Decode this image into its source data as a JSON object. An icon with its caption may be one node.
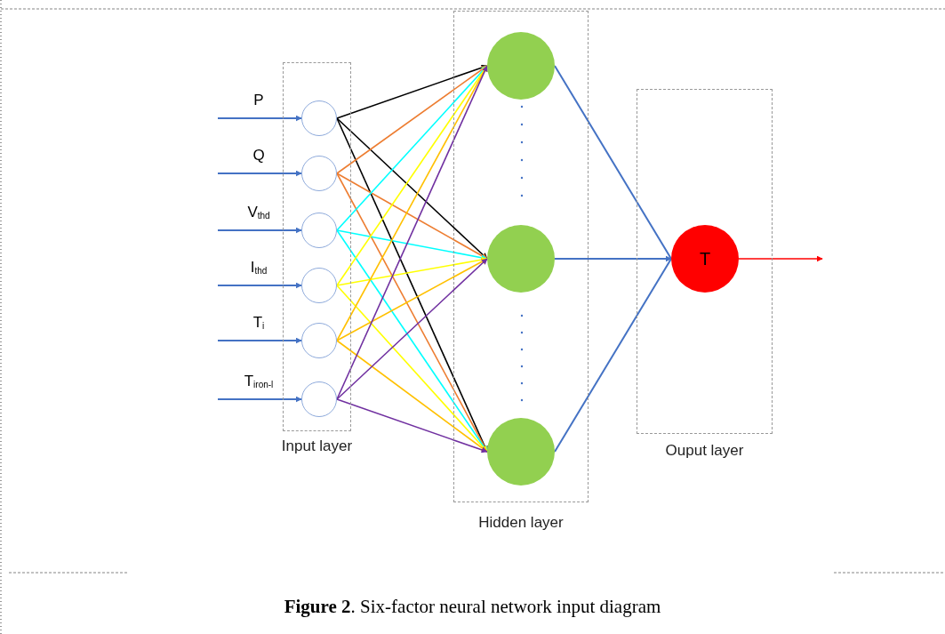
{
  "diagram": {
    "caption": "**Figure 2**. Six-factor neural network input diagram",
    "nodes": [
      {
        "text": [
          "Input layer"
        ]
      },
      {
        "text": [],
        "shape": "circle",
        "in": 0
      },
      {
        "text": [],
        "shape": "circle",
        "in": 0
      },
      {
        "text": [],
        "shape": "circle",
        "in": 0
      },
      {
        "text": [],
        "shape": "circle",
        "in": 0
      },
      {
        "text": [],
        "shape": "circle",
        "in": 0
      },
      {
        "text": [],
        "shape": "circle",
        "in": 0
      },
      {
        "text": [
          "Hidden layer"
        ]
      },
      {
        "text": [],
        "shape": "circle",
        "in": 7
      },
      {
        "text": [],
        "shape": "circle",
        "in": 7
      },
      {
        "text": [],
        "shape": "circle",
        "in": 7
      },
      {
        "text": [
          "Ouput layer"
        ]
      },
      {
        "text": [
          "T"
        ],
        "in": 11
      }
    ],
    "edges": [
      {
        "from": null,
        "to": 1,
        "arrow": "to",
        "label": "P"
      },
      {
        "from": null,
        "to": 2,
        "arrow": "to",
        "label": "Q"
      },
      {
        "from": null,
        "to": 3,
        "arrow": "to",
        "label": "V$_{thd}$"
      },
      {
        "from": null,
        "to": 4,
        "arrow": "to",
        "label": "I$_{thd}$"
      },
      {
        "from": null,
        "to": 5,
        "arrow": "to",
        "label": "T$_{i}$"
      },
      {
        "from": null,
        "to": 6,
        "arrow": "to",
        "label": "T$_{iron-l}$"
      },
      {
        "from": 1,
        "to": 8,
        "arrow": "to",
        "color": "#000000"
      },
      {
        "from": 1,
        "to": 9,
        "arrow": "to",
        "color": "#000000"
      },
      {
        "from": 1,
        "to": 10,
        "arrow": "to",
        "color": "#000000"
      },
      {
        "from": 2,
        "to": 8,
        "arrow": "to",
        "color": "#ed7d31"
      },
      {
        "from": 2,
        "to": 9,
        "arrow": "to",
        "color": "#ed7d31"
      },
      {
        "from": 2,
        "to": 10,
        "arrow": "to",
        "color": "#ed7d31"
      },
      {
        "from": 3,
        "to": 8,
        "arrow": "to",
        "color": "#00ffff"
      },
      {
        "from": 3,
        "to": 9,
        "arrow": "to",
        "color": "#00ffff"
      },
      {
        "from": 3,
        "to": 10,
        "arrow": "to",
        "color": "#00ffff"
      },
      {
        "from": 4,
        "to": 8,
        "arrow": "to",
        "color": "#ffff00"
      },
      {
        "from": 4,
        "to": 9,
        "arrow": "to",
        "color": "#ffff00"
      },
      {
        "from": 4,
        "to": 10,
        "arrow": "to",
        "color": "#ffff00"
      },
      {
        "from": 5,
        "to": 8,
        "arrow": "to",
        "color": "#ffc000"
      },
      {
        "from": 5,
        "to": 9,
        "arrow": "to",
        "color": "#ffc000"
      },
      {
        "from": 5,
        "to": 10,
        "arrow": "to",
        "color": "#ffc000"
      },
      {
        "from": 6,
        "to": 8,
        "arrow": "to",
        "color": "#7030a0"
      },
      {
        "from": 6,
        "to": 9,
        "arrow": "to",
        "color": "#7030a0"
      },
      {
        "from": 6,
        "to": 10,
        "arrow": "to",
        "color": "#7030a0"
      },
      {
        "from": 8,
        "to": 12,
        "arrow": "none"
      },
      {
        "from": 9,
        "to": 12,
        "arrow": "to"
      },
      {
        "from": 10,
        "to": 12,
        "arrow": "none"
      },
      {
        "from": 12,
        "to": null,
        "arrow": "to",
        "color": "#ff0000"
      }
    ]
  }
}
